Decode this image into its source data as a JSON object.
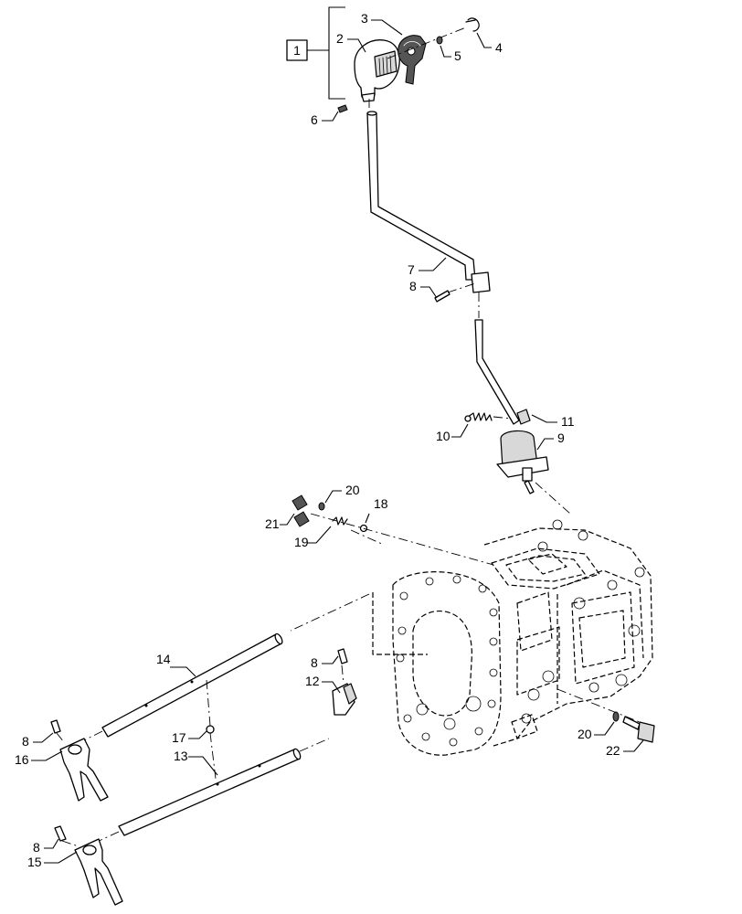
{
  "callouts": {
    "group_1": "1",
    "p2": "2",
    "p3": "3",
    "p4": "4",
    "p5": "5",
    "p6": "6",
    "p7": "7",
    "p8_lever": "8",
    "p8_pin": "8",
    "p8_fork16": "8",
    "p8_fork15": "8",
    "p9": "9",
    "p10": "10",
    "p11": "11",
    "p12": "12",
    "p13": "13",
    "p14": "14",
    "p15": "15",
    "p16": "16",
    "p17": "17",
    "p18": "18",
    "p19": "19",
    "p20_top": "20",
    "p20_bottom": "20",
    "p21": "21",
    "p22": "22"
  }
}
